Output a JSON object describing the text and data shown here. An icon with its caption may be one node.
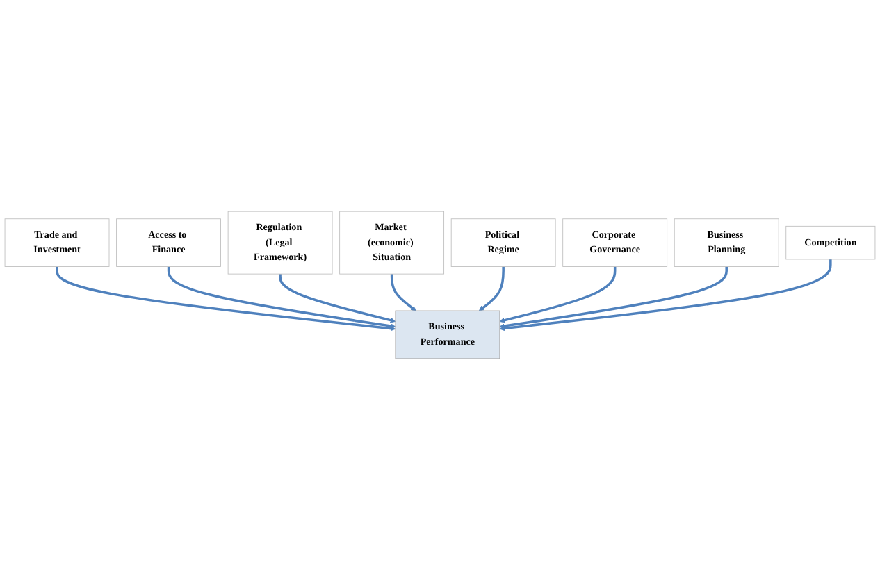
{
  "diagram": {
    "nodes": [
      {
        "text": [
          "Trade and Investment"
        ]
      },
      {
        "text": [
          "Access to Finance"
        ]
      },
      {
        "text": [
          "Regulation (Legal Framework)"
        ]
      },
      {
        "text": [
          "Market (economic) Situation"
        ]
      },
      {
        "text": [
          "Business Performance"
        ]
      },
      {
        "text": [
          "Political Regime"
        ]
      },
      {
        "text": [
          "Corporate Governance"
        ]
      },
      {
        "text": [
          "Business Planning"
        ]
      },
      {
        "text": [
          "Competition"
        ]
      }
    ],
    "edges": [
      {
        "from": 0,
        "to": 4,
        "arrow": "to"
      },
      {
        "from": 1,
        "to": 4,
        "arrow": "to"
      },
      {
        "from": 2,
        "to": 4,
        "arrow": "to"
      },
      {
        "from": 3,
        "to": 4,
        "arrow": "to"
      },
      {
        "from": 5,
        "to": 4,
        "arrow": "to"
      },
      {
        "from": 6,
        "to": 4,
        "arrow": "to"
      },
      {
        "from": 7,
        "to": 4,
        "arrow": "to"
      },
      {
        "from": 8,
        "to": 4,
        "arrow": "to"
      }
    ]
  }
}
